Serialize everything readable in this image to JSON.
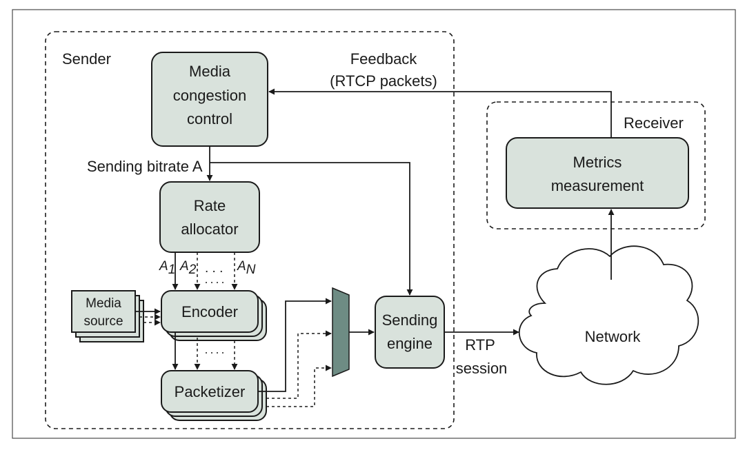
{
  "labels": {
    "sender": "Sender",
    "receiver": "Receiver",
    "feedback": [
      "Feedback",
      "(RTCP packets)"
    ],
    "sending_bitrate": "Sending bitrate A",
    "rtp_session": [
      "RTP",
      "session"
    ],
    "rate_subscripts": [
      {
        "base": "A",
        "sub": "1"
      },
      {
        "base": "A",
        "sub": "2"
      },
      {
        "base": "A",
        "sub": "N"
      }
    ],
    "ellipsis": ". . ."
  },
  "nodes": {
    "media_congestion_control": [
      "Media",
      "congestion",
      "control"
    ],
    "rate_allocator": [
      "Rate",
      "allocator"
    ],
    "encoder": [
      "Encoder"
    ],
    "packetizer": [
      "Packetizer"
    ],
    "media_source": [
      "Media",
      "source"
    ],
    "sending_engine": [
      "Sending",
      "engine"
    ],
    "metrics_measurement": [
      "Metrics",
      "measurement"
    ],
    "network": [
      "Network"
    ]
  },
  "colors": {
    "box_fill": "#d9e2dc",
    "mux_fill": "#6e8c84",
    "stroke": "#1a1a1a"
  },
  "icons": {
    "multiplexer": "mux-trapezoid-icon",
    "network": "cloud-icon"
  }
}
